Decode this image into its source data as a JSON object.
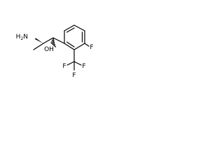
{
  "molecule": {
    "labels": {
      "amine": "H",
      "amine_n": "N",
      "amine_sub": "2",
      "hydroxyl_o": "O",
      "hydroxyl_h": "H",
      "fluoro": "F",
      "cf3_f_left": "F",
      "cf3_f_right": "F",
      "cf3_f_bottom": "F"
    }
  }
}
